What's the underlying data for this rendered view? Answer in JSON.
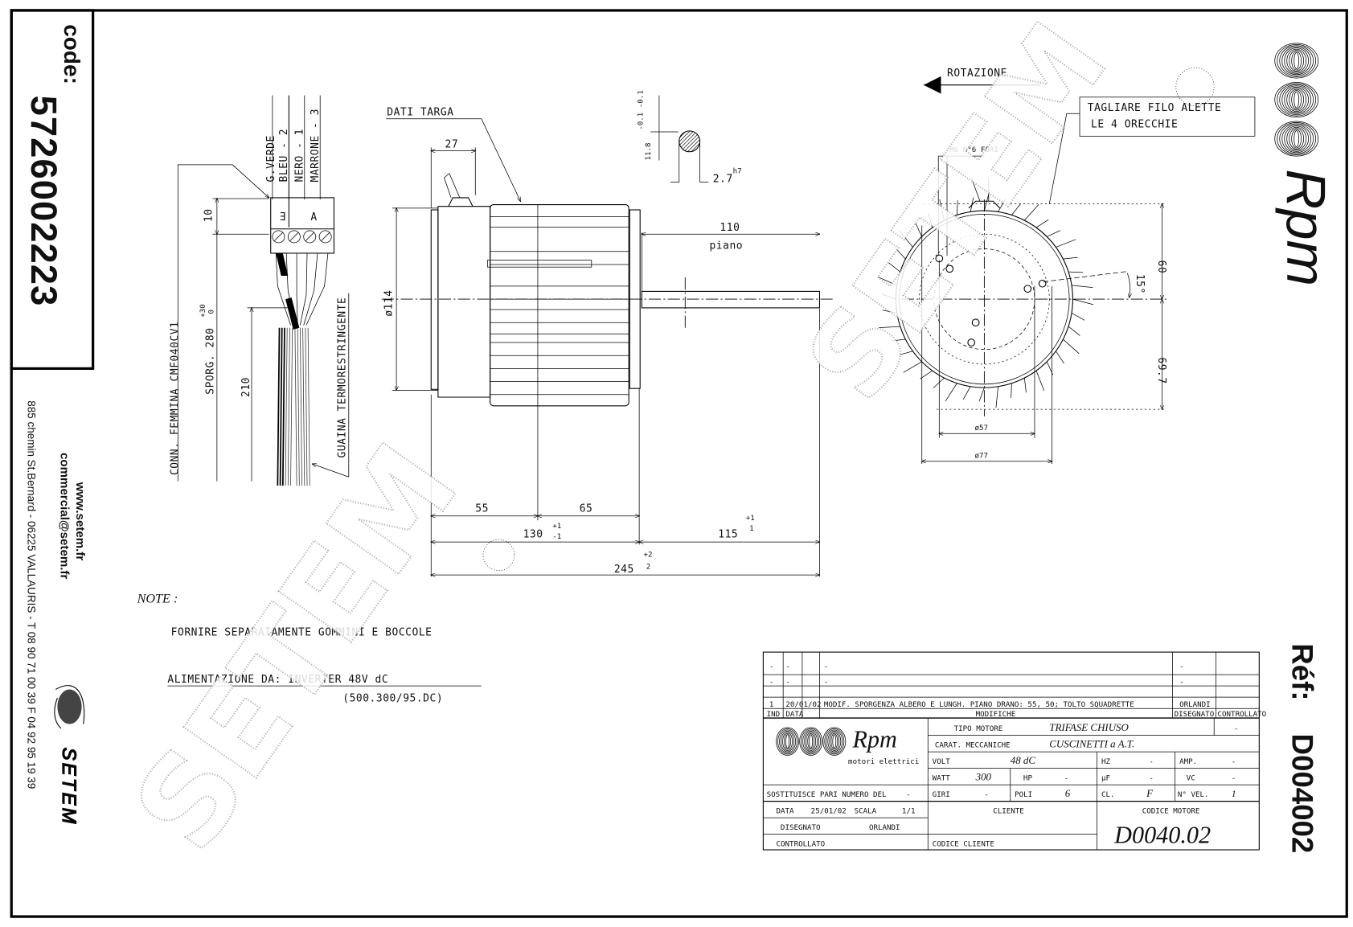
{
  "sidebar": {
    "code_label": "code:",
    "code": "5726002223",
    "website": "www.setem.fr",
    "email": "commercial@setem.fr",
    "address": "885 chemin St.Bernard - 06225 VALLAURIS - T 08 90 71 00 39  F 04 92 95 19 39",
    "brand": "SETEM"
  },
  "right_strip": {
    "brand": "Rpm",
    "ref_label": "Réf:",
    "ref": "D004002"
  },
  "watermark": "SETEM",
  "wiring": {
    "wires": [
      "G.VERDE",
      "BLEU - 2",
      "NERO - 1",
      "MARRONE - 3"
    ],
    "connector": "CONN. FEMMINA CMF040CV1",
    "sporg": "SPORG. 280",
    "sporg_tol_upper": "+30",
    "sporg_tol_lower": "0",
    "dim_10": "10",
    "dim_210": "210",
    "sleeve": "GUAINA TERMORESTRINGENTE"
  },
  "side_view": {
    "nameplate": "DATI TARGA",
    "dim_27": "27",
    "dim_114": "ø114",
    "dim_110": "110",
    "piano": "piano",
    "dim_55": "55",
    "dim_65": "65",
    "dim_130": "130",
    "dim_130_tol_upper": "+1",
    "dim_130_tol_lower": "-1",
    "dim_115": "115",
    "dim_115_tol_upper": "+1",
    "dim_115_tol_lower": "1",
    "dim_245": "245",
    "dim_245_tol_upper": "+2",
    "dim_245_tol_lower": "2",
    "shaft_dim": "11.8",
    "shaft_tol": "-0.1 -0.1",
    "shaft_dia": "2.7",
    "shaft_fit": "h7"
  },
  "end_view": {
    "rotation": "ROTAZIONE",
    "callout": [
      "TAGLIARE FILO ALETTE",
      "LE 4 ORECCHIE"
    ],
    "holes": "M6 N°6 FORI",
    "dim_60": "60",
    "dim_69_7": "69.7",
    "angle": "15°",
    "dia_57": "ø57",
    "dia_77": "ø77"
  },
  "notes": {
    "title": "NOTE :",
    "line1": "FORNIRE SEPARATAMENTE GOMMINI E BOCCOLE",
    "line2": "ALIMENTAZIONE DA: INVERTER 48V dC",
    "line3": "(500.300/95.DC)"
  },
  "title_block": {
    "revisions": [
      {
        "ind": "-",
        "data": "-",
        "desc": "-",
        "drawn": "-"
      },
      {
        "ind": "-",
        "data": "-",
        "desc": "-",
        "drawn": "-"
      },
      {
        "ind": "",
        "data": "",
        "desc": "",
        "drawn": ""
      },
      {
        "ind": "1",
        "data": "20/01/02",
        "desc": "MODIF. SPORGENZA ALBERO E LUNGH. PIANO DRANO: 55, 50; TOLTO SQUADRETTE",
        "drawn": "ORLANDI"
      }
    ],
    "headers": {
      "ind": "IND",
      "data": "DATA",
      "desc": "MODIFICHE",
      "drawn": "DISEGNATO",
      "checked": "CONTROLLATO"
    },
    "logo_text": "Rpm",
    "logo_sub": "motori elettrici",
    "tipo_label": "TIPO MOTORE",
    "tipo": "TRIFASE CHIUSO",
    "tipo_extra": "-",
    "carat_label": "CARAT. MECCANICHE",
    "carat": "CUSCINETTI a A.T.",
    "volt_label": "VOLT",
    "volt": "48 dC",
    "hz_label": "HZ",
    "hz": "-",
    "amp_label": "AMP.",
    "amp": "-",
    "watt_label": "WATT",
    "watt": "300",
    "hp_label": "HP",
    "hp": "-",
    "mu_label": "µF",
    "mu": "-",
    "vc_label": "VC",
    "vc": "-",
    "giri_label": "GIRI",
    "giri": "-",
    "poli_label": "POLI",
    "poli": "6",
    "cl_label": "CL.",
    "cl": "F",
    "vel_label": "N° VEL.",
    "vel": "1",
    "sostituisce_label": "SOSTITUISCE PARI NUMERO DEL",
    "sostituisce": "-",
    "data_label": "DATA",
    "data": "25/01/02",
    "scala_label": "SCALA",
    "scala": "1/1",
    "disegnato_label": "DISEGNATO",
    "disegnato": "ORLANDI",
    "controllato_label": "CONTROLLATO",
    "cliente_label": "CLIENTE",
    "codice_cliente_label": "CODICE CLIENTE",
    "codice_motore_label": "CODICE MOTORE",
    "codice_motore": "D0040.02"
  }
}
